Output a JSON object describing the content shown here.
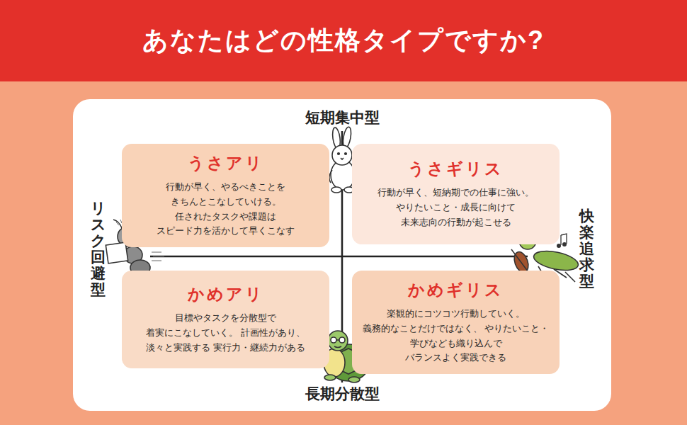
{
  "diagram": {
    "title": "あなたはどの性格タイプですか?",
    "nodes": [
      {
        "text": [
          "うさアリ",
          "行動が早く、やるべきことを きちんとこなしていける。 任されたタスクや課題は スピード力を活かして早くこなす"
        ]
      },
      {
        "text": [
          "うさギリス",
          "行動が早く、短納期での仕事に強い。 やりたいこと・成長に向けて 未来志向の行動が起こせる"
        ]
      },
      {
        "text": [
          "かめアリ",
          "目標やタスクを分散型で 着実にこなしていく。 計画性があり、淡々と実践する 実行力・継続力がある"
        ]
      },
      {
        "text": [
          "かめギリス",
          "楽観的にコツコツ行動していく。 義務的なことだけではなく、 やりたいこと・学びなども織り込んで バランスよく実践できる"
        ]
      }
    ],
    "labels": [
      "短期集中型",
      "長期分散型",
      "リスク回避型",
      "快楽追求型"
    ]
  }
}
